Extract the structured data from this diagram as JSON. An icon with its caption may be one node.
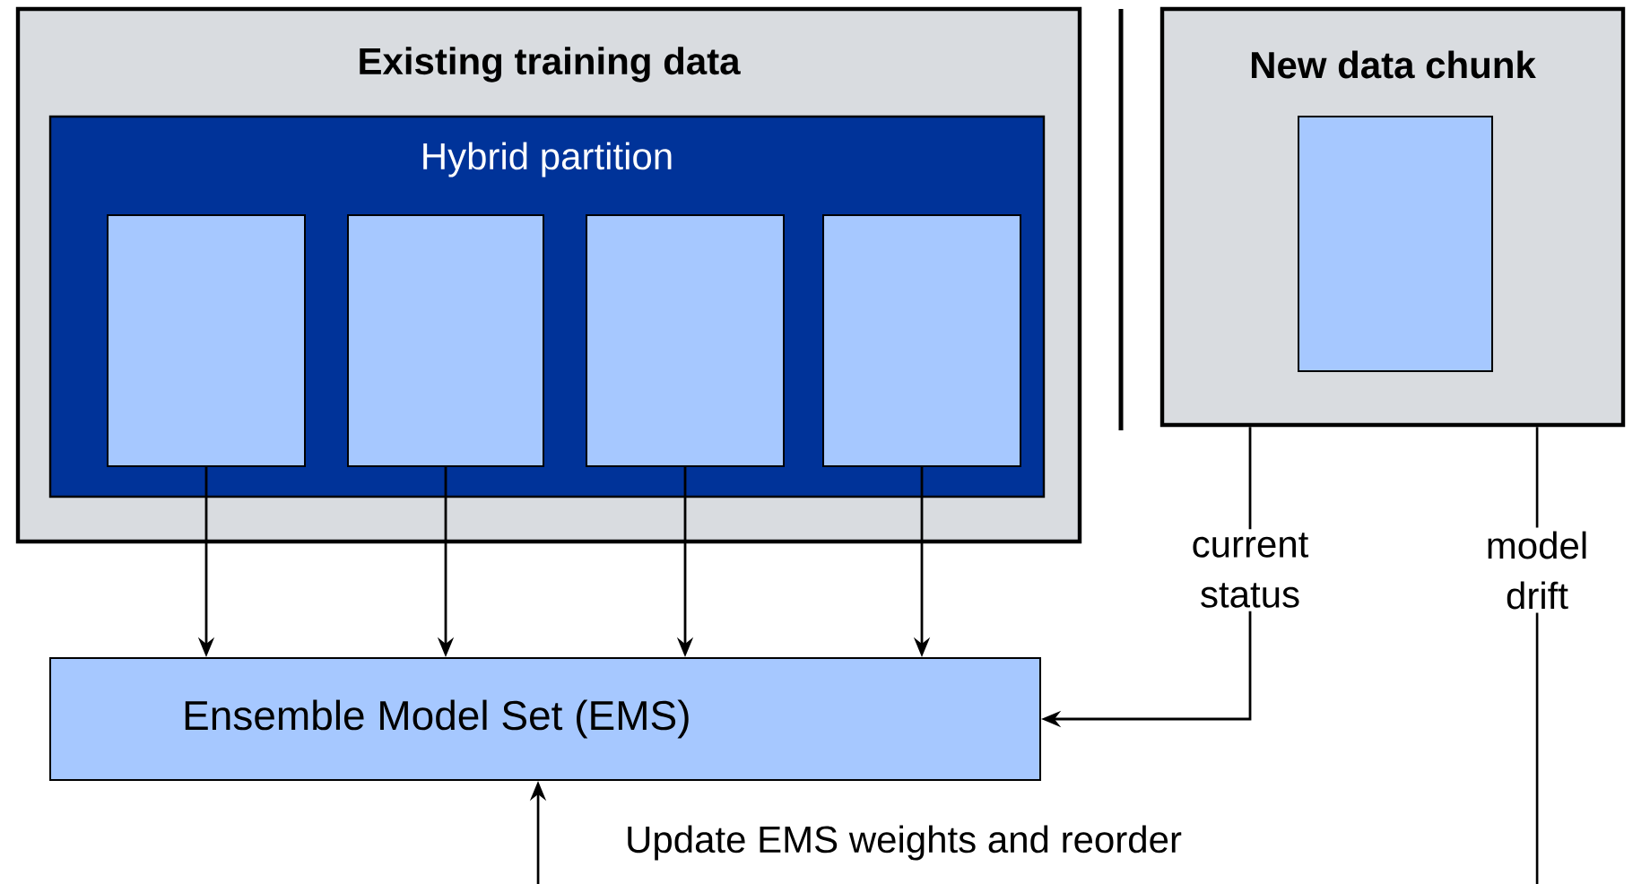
{
  "diagram": {
    "nodes": [
      {
        "text": [
          "Existing training data"
        ]
      },
      {
        "text": [
          "Hybrid partition"
        ],
        "in": 0
      },
      {
        "text": [],
        "shape": "box",
        "in": 1
      },
      {
        "text": [],
        "shape": "box",
        "in": 1
      },
      {
        "text": [],
        "shape": "box",
        "in": 1
      },
      {
        "text": [],
        "shape": "box",
        "in": 1
      },
      {
        "text": [
          "New data chunk"
        ]
      },
      {
        "text": [],
        "shape": "box",
        "in": 6
      },
      {
        "text": [
          "Ensemble Model Set (EMS)"
        ]
      }
    ],
    "edges": [
      {
        "from": 2,
        "to": 8,
        "arrow": "to"
      },
      {
        "from": 3,
        "to": 8,
        "arrow": "to"
      },
      {
        "from": 4,
        "to": 8,
        "arrow": "to"
      },
      {
        "from": 5,
        "to": 8,
        "arrow": "to"
      },
      {
        "from": 6,
        "to": 8,
        "arrow": "to",
        "label": "current status"
      },
      {
        "from": 6,
        "to": null,
        "arrow": "none",
        "label": "model drift"
      },
      {
        "from": null,
        "to": 8,
        "arrow": "to"
      }
    ],
    "labels": [
      "Update EMS weights and reorder"
    ]
  }
}
